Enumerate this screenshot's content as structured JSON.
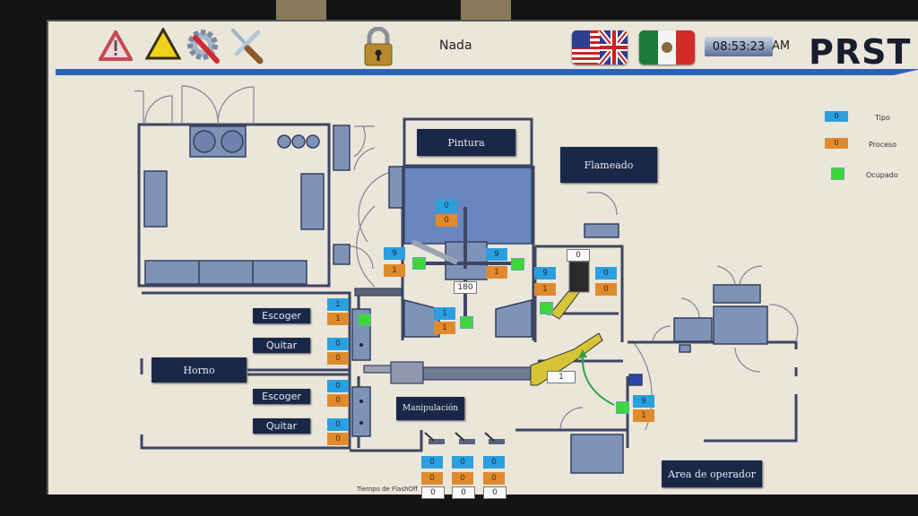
{
  "header": {
    "status_text": "Nada",
    "clock": {
      "time": "08:53:23",
      "ampm": "AM"
    },
    "logo": "PRST",
    "icons": [
      "alarm-warning-icon",
      "yellow-warning-icon",
      "settings-gear-icon",
      "tools-icon",
      "lock-icon",
      "english-flag-icon",
      "spanish-flag-icon"
    ]
  },
  "legend": {
    "tipo": {
      "value": "0",
      "label": "Tipo"
    },
    "proceso": {
      "value": "0",
      "label": "Proceso"
    },
    "ocupado": {
      "label": "Ocupado"
    }
  },
  "areas": {
    "pintura": "Pintura",
    "flameado": "Flameado",
    "horno": "Horno",
    "manipulacion": "Manipulación",
    "operador": "Area de operador"
  },
  "buttons": {
    "escoger_1": "Escoger",
    "quitar_1": "Quitar",
    "escoger_2": "Escoger",
    "quitar_2": "Quitar"
  },
  "stations": {
    "pintura_top": {
      "tipo": "0",
      "proceso": "0"
    },
    "pintura_left": {
      "tipo": "9",
      "proceso": "1"
    },
    "pintura_right": {
      "tipo": "9",
      "proceso": "1"
    },
    "pintura_bottom": {
      "tipo": "1",
      "proceso": "1"
    },
    "pintura_angle": "180",
    "flameado_counter": "0",
    "flameado_left": {
      "tipo": "9",
      "proceso": "1"
    },
    "flameado_right": {
      "tipo": "0",
      "proceso": "0"
    },
    "horno_1_escoger": {
      "tipo": "1",
      "proceso": "1"
    },
    "horno_1_quitar": {
      "tipo": "0",
      "proceso": "0"
    },
    "horno_2_escoger": {
      "tipo": "0",
      "proceso": "0"
    },
    "horno_2_quitar": {
      "tipo": "0",
      "proceso": "0"
    },
    "manipulacion_counter": "1",
    "operador_station": {
      "tipo": "9",
      "proceso": "1"
    }
  },
  "flashoff": {
    "label": "Tiempo de FlashOff",
    "slots": [
      {
        "tipo": "0",
        "proceso": "0",
        "tiempo": "0"
      },
      {
        "tipo": "0",
        "proceso": "0",
        "tiempo": "0"
      },
      {
        "tipo": "0",
        "proceso": "0",
        "tiempo": "0"
      }
    ]
  },
  "colors": {
    "tipo": "#2aa0de",
    "proceso": "#e08a2e",
    "ocupado": "#3fd63a",
    "navy": "#1a2848",
    "header_rule": "#2c62b6"
  }
}
